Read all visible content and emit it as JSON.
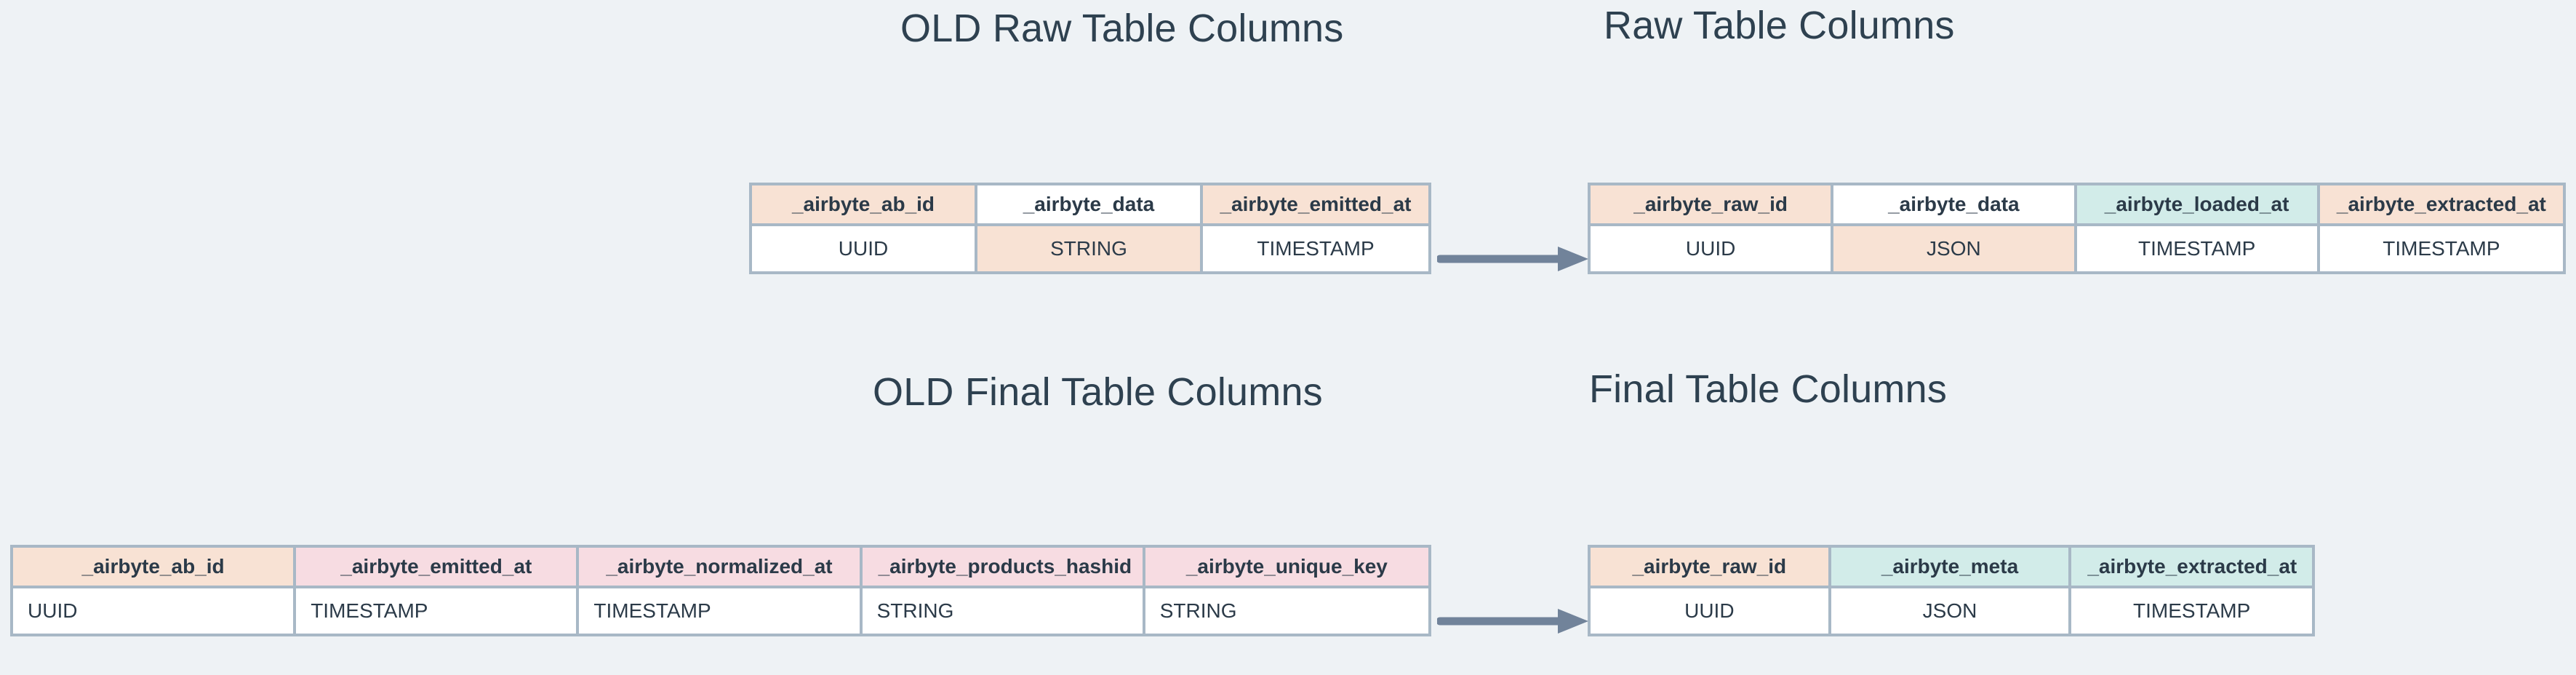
{
  "page": {
    "background": "#eef2f5",
    "text_color": "#2e4150",
    "border_color": "#a8b8c6",
    "arrow_color": "#71839a",
    "fill_peach": "#f8e2d4",
    "fill_teal": "#d2ece9",
    "fill_pink": "#f7dce2"
  },
  "titles": {
    "old_raw": "OLD Raw Table Columns",
    "new_raw": "Raw Table Columns",
    "old_final": "OLD Final Table Columns",
    "new_final": "Final Table Columns"
  },
  "tables": {
    "old_raw": {
      "title": "OLD Raw Table Columns",
      "columns": [
        {
          "name": "_airbyte_ab_id",
          "type": "UUID",
          "header_fill": "peach",
          "cell_fill": "white"
        },
        {
          "name": "_airbyte_data",
          "type": "STRING",
          "header_fill": "white",
          "cell_fill": "peach"
        },
        {
          "name": "_airbyte_emitted_at",
          "type": "TIMESTAMP",
          "header_fill": "peach",
          "cell_fill": "white"
        }
      ]
    },
    "new_raw": {
      "title": "Raw Table Columns",
      "columns": [
        {
          "name": "_airbyte_raw_id",
          "type": "UUID",
          "header_fill": "peach",
          "cell_fill": "white"
        },
        {
          "name": "_airbyte_data",
          "type": "JSON",
          "header_fill": "white",
          "cell_fill": "peach"
        },
        {
          "name": "_airbyte_loaded_at",
          "type": "TIMESTAMP",
          "header_fill": "teal",
          "cell_fill": "white"
        },
        {
          "name": "_airbyte_extracted_at",
          "type": "TIMESTAMP",
          "header_fill": "peach",
          "cell_fill": "white"
        }
      ]
    },
    "old_final": {
      "title": "OLD Final Table Columns",
      "columns": [
        {
          "name": "_airbyte_ab_id",
          "type": "UUID",
          "header_fill": "peach",
          "cell_fill": "white"
        },
        {
          "name": "_airbyte_emitted_at",
          "type": "TIMESTAMP",
          "header_fill": "pink",
          "cell_fill": "white"
        },
        {
          "name": "_airbyte_normalized_at",
          "type": "TIMESTAMP",
          "header_fill": "pink",
          "cell_fill": "white"
        },
        {
          "name": "_airbyte_products_hashid",
          "type": "STRING",
          "header_fill": "pink",
          "cell_fill": "white"
        },
        {
          "name": "_airbyte_unique_key",
          "type": "STRING",
          "header_fill": "pink",
          "cell_fill": "white"
        }
      ]
    },
    "new_final": {
      "title": "Final Table Columns",
      "columns": [
        {
          "name": "_airbyte_raw_id",
          "type": "UUID",
          "header_fill": "peach",
          "cell_fill": "white"
        },
        {
          "name": "_airbyte_meta",
          "type": "JSON",
          "header_fill": "teal",
          "cell_fill": "white"
        },
        {
          "name": "_airbyte_extracted_at",
          "type": "TIMESTAMP",
          "header_fill": "teal",
          "cell_fill": "white"
        }
      ]
    }
  },
  "arrows": [
    {
      "name": "raw-migration-arrow",
      "from": "old_raw",
      "to": "new_raw"
    },
    {
      "name": "final-migration-arrow",
      "from": "old_final",
      "to": "new_final"
    }
  ]
}
